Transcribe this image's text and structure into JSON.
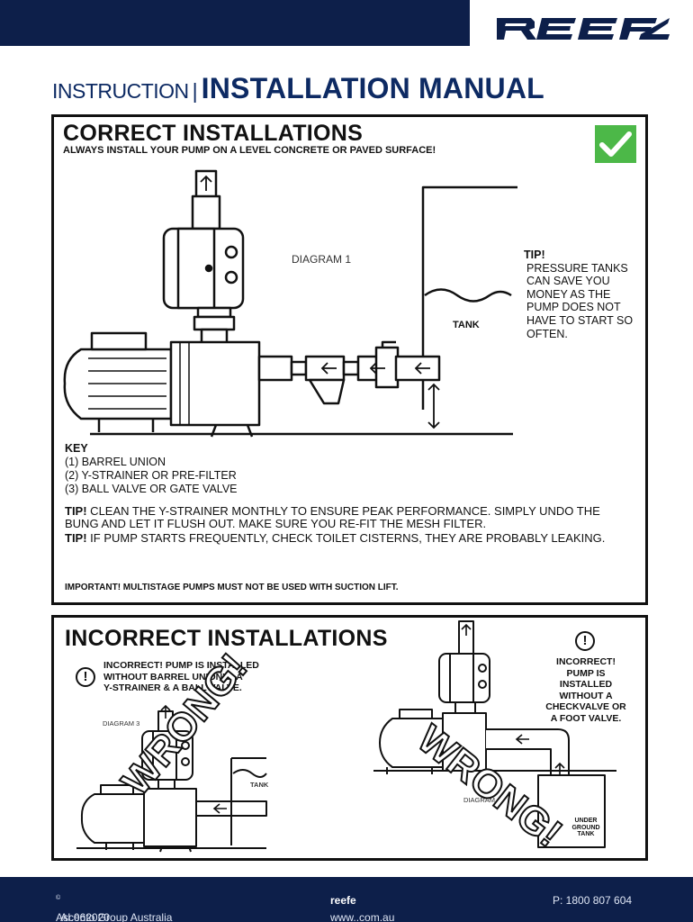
{
  "brand": {
    "logo_text": "REEFE",
    "color_navy": "#0d1f4a",
    "color_heading": "#0d2a63",
    "color_check": "#4cb848"
  },
  "heading": {
    "light": "INSTRUCTION",
    "separator": "|",
    "bold": "INSTALLATION MANUAL"
  },
  "correct": {
    "title": "CORRECT  INSTALLATIONS",
    "subtitle": "ALWAYS INSTALL YOUR PUMP ON A LEVEL CONCRETE OR PAVED SURFACE!",
    "check_icon": "checkmark-icon",
    "diagram_label": "DIAGRAM 1",
    "tank_label": "TANK",
    "tip": {
      "title": "TIP!",
      "lines": [
        "PRESSURE TANKS",
        "CAN SAVE YOU",
        "MONEY AS THE",
        "PUMP DOES NOT",
        "HAVE TO START SO",
        "OFTEN."
      ]
    },
    "key": {
      "title": "KEY",
      "items": [
        "(1)  BARREL UNION",
        "(2) Y-STRAINER OR PRE-FILTER",
        "(3) BALL VALVE OR GATE VALVE"
      ]
    },
    "tips": [
      {
        "label": "TIP!",
        "text": " CLEAN THE Y-STRAINER MONTHLY TO  ENSURE PEAK PERFORMANCE. SIMPLY UNDO THE BUNG AND LET IT FLUSH OUT. MAKE SURE YOU RE-FIT THE MESH FILTER."
      },
      {
        "label": "TIP!",
        "text": " IF PUMP STARTS FREQUENTLY, CHECK TOILET CISTERNS, THEY ARE PROBABLY LEAKING."
      }
    ],
    "important": "IMPORTANT! MULTISTAGE PUMPS MUST NOT BE USED WITH SUCTION LIFT."
  },
  "incorrect": {
    "title": "INCORRECT  INSTALLATIONS",
    "warning_icon": "exclamation-icon",
    "note_left": {
      "label": "INCORRECT!",
      "text": " PUMP IS INSTALLED",
      "line2": "WITHOUT BARREL UNION'S, A",
      "line3": "Y-STRAINER & A BALL VALVE."
    },
    "note_right": [
      "INCORRECT!",
      "PUMP IS",
      "INSTALLED",
      "WITHOUT A",
      "CHECKVALVE OR",
      "A FOOT VALVE."
    ],
    "diagram3_label": "DIAGRAM 3",
    "diagram4_label": "DIAGRAM 4",
    "tank_label": "TANK",
    "underground_tank": [
      "UNDER",
      "GROUND",
      "TANK"
    ],
    "wrong_text": "WRONG!"
  },
  "footer": {
    "company": "Ascento Group Australia",
    "reg": "©",
    "code": " AI.062020",
    "web_prefix": "www.",
    "web_bold": "reefe",
    "web_suffix": ".com.au",
    "phone": "P: 1800 807 604"
  }
}
